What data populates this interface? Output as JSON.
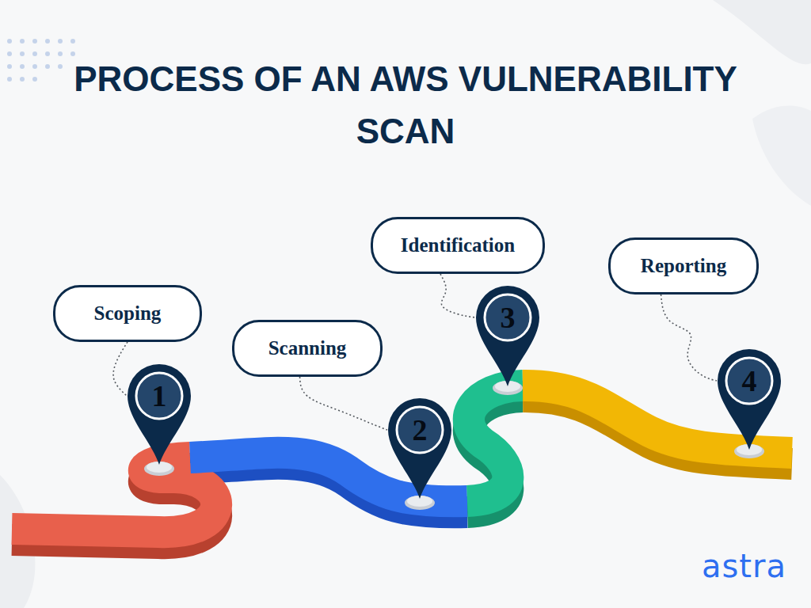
{
  "diagram": {
    "title": "PROCESS OF AN AWS VULNERABILITY SCAN",
    "nodes": [
      {
        "text": [
          "Scoping"
        ]
      },
      {
        "text": [
          "1"
        ]
      },
      {
        "text": [
          "Scanning"
        ]
      },
      {
        "text": [
          "2"
        ]
      },
      {
        "text": [
          "Identification"
        ]
      },
      {
        "text": [
          "3"
        ]
      },
      {
        "text": [
          "Reporting"
        ]
      },
      {
        "text": [
          "4"
        ]
      }
    ],
    "edges": [
      {
        "from": 0,
        "to": 1,
        "arrow": "none"
      },
      {
        "from": 2,
        "to": 3,
        "arrow": "none"
      },
      {
        "from": 4,
        "to": 5,
        "arrow": "none"
      },
      {
        "from": 6,
        "to": 7,
        "arrow": "none"
      }
    ],
    "labels": [
      "astra"
    ]
  }
}
